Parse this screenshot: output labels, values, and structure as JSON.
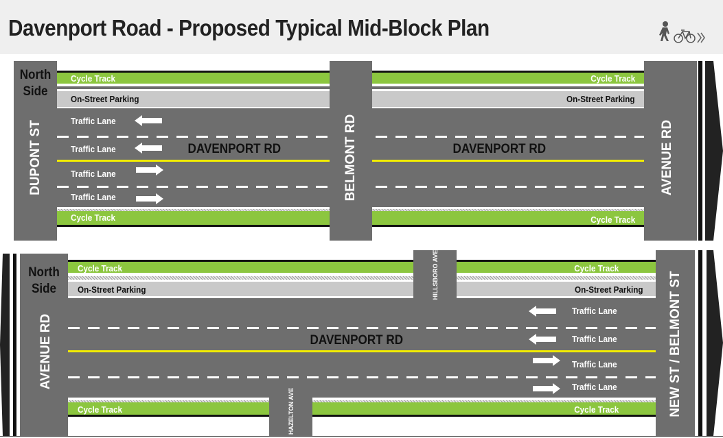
{
  "header": {
    "title": "Davenport Road - Proposed Typical Mid-Block Plan",
    "icons": [
      "pedestrian-icon",
      "bicycle-icon",
      "double-chevron-right-icon"
    ]
  },
  "colors": {
    "road": "#6e6e6e",
    "cycle_track": "#8cc63f",
    "parking": "#c9c9c9",
    "centre_line": "#f2ec00"
  },
  "panel1": {
    "side_label": "North Side",
    "cross_streets": [
      "DUPONT ST",
      "BELMONT RD",
      "AVENUE RD"
    ],
    "road_name": "DAVENPORT RD",
    "cycle_track": "Cycle Track",
    "parking": "On-Street Parking",
    "traffic_lane": "Traffic Lane"
  },
  "panel2": {
    "side_label": "North Side",
    "cross_streets": [
      "AVENUE RD",
      "NEW ST / BELMONT ST"
    ],
    "side_streets": [
      "HILLSBORO AVE",
      "HAZELTON AVE"
    ],
    "road_name": "DAVENPORT RD",
    "cycle_track": "Cycle Track",
    "parking": "On-Street Parking",
    "traffic_lane": "Traffic Lane"
  }
}
